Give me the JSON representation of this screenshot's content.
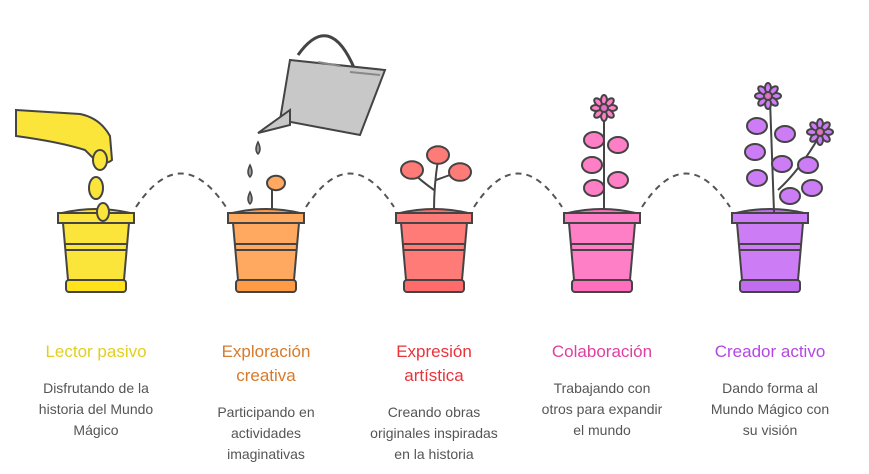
{
  "stages": [
    {
      "title": "Lector pasivo",
      "description": "Disfrutando de la historia del Mundo Mágico",
      "color": "#e3cf1c",
      "pot_color": "#fbe53a",
      "pot_dark": "#ffe21a"
    },
    {
      "title": "Exploración creativa",
      "description": "Participando en actividades imaginativas",
      "color": "#d77a2b",
      "pot_color": "#ffa860",
      "pot_dark": "#ff9a45"
    },
    {
      "title": "Expresión artística",
      "description": "Creando obras originales inspiradas en la historia",
      "color": "#e8333b",
      "pot_color": "#ff7b78",
      "pot_dark": "#ff6a6a"
    },
    {
      "title": "Colaboración",
      "description": "Trabajando con otros para expandir el mundo",
      "color": "#df3fa2",
      "pot_color": "#ff7fc6",
      "pot_dark": "#ff6dbd"
    },
    {
      "title": "Creador activo",
      "description": "Dando forma al Mundo Mágico con su visión",
      "color": "#b446e4",
      "pot_color": "#cc7cf4",
      "pot_dark": "#c26cf0"
    }
  ]
}
